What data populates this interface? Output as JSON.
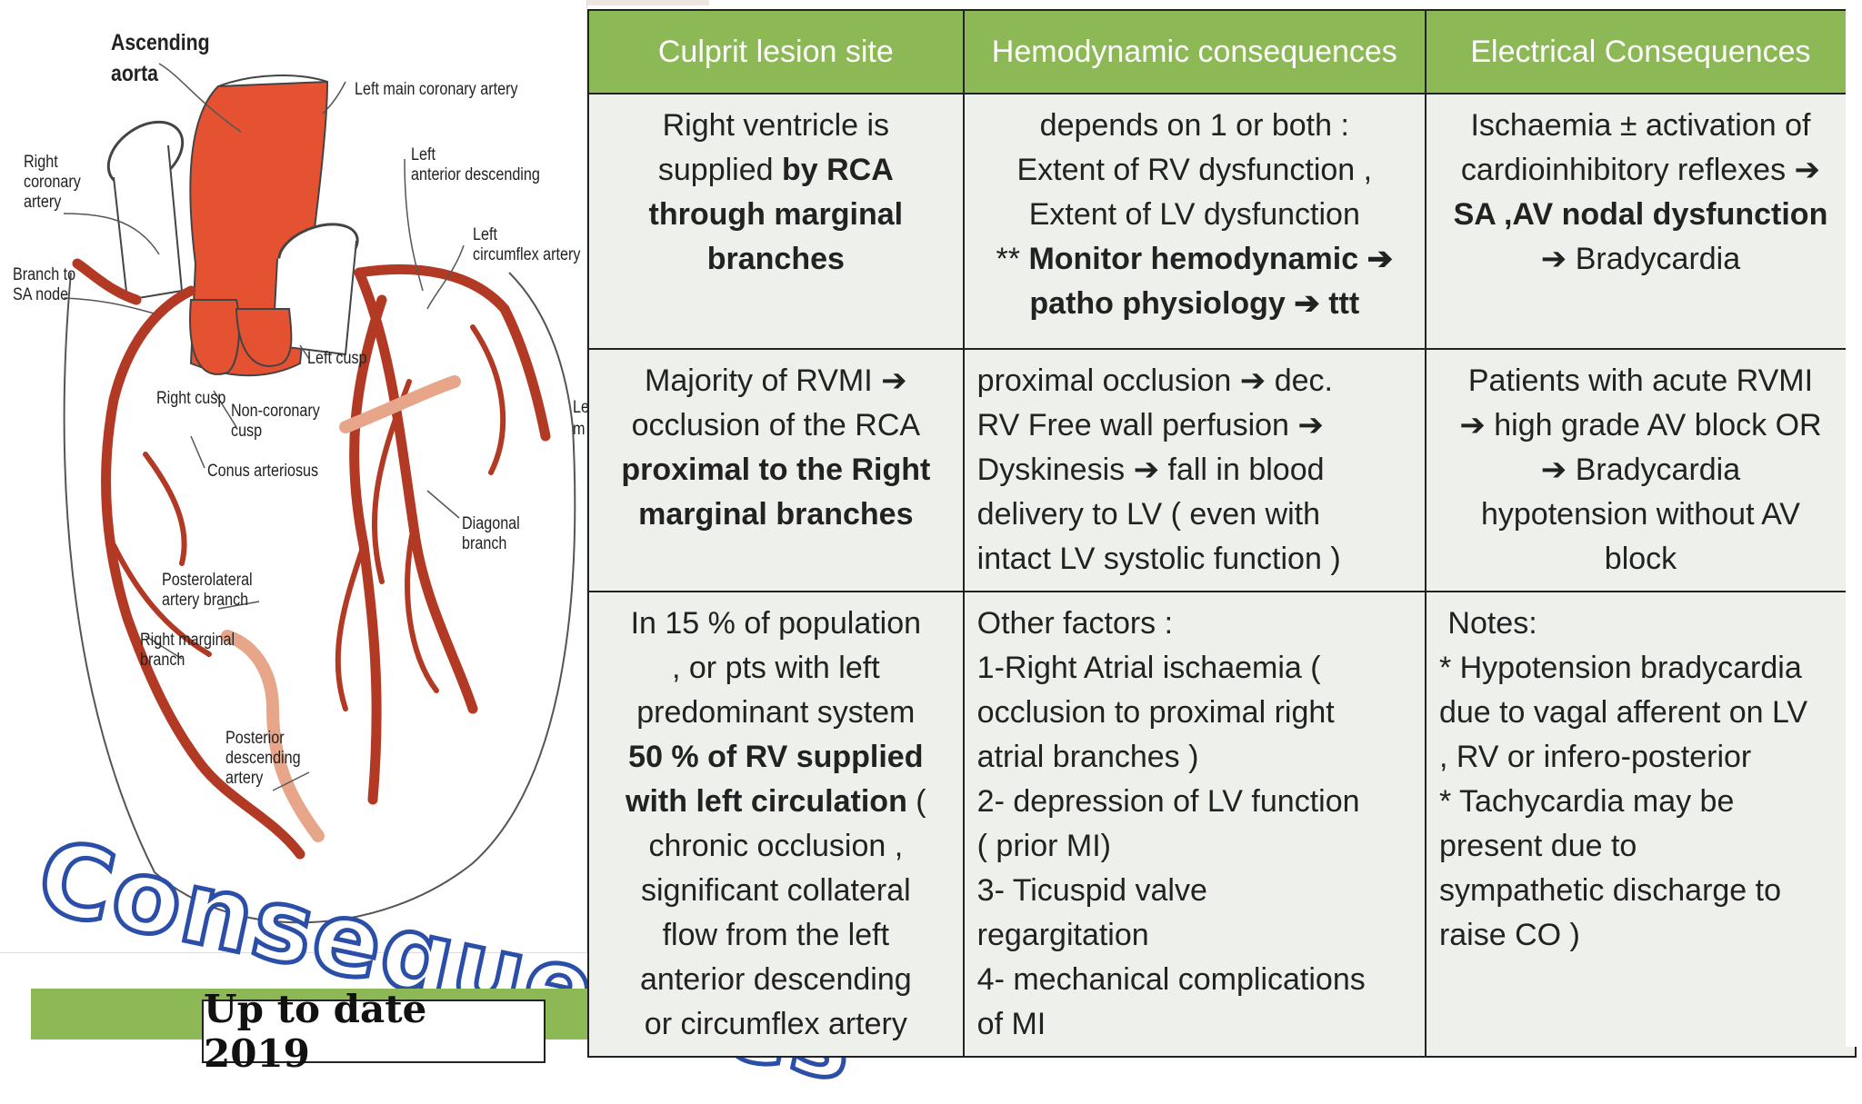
{
  "diagram": {
    "labels": {
      "ascending_aorta": [
        "Ascending",
        "aorta"
      ],
      "left_main": "Left main coronary artery",
      "lad": [
        "Left",
        "anterior descending"
      ],
      "lcx": [
        "Left",
        "circumflex artery"
      ],
      "rca": [
        "Right",
        "coronary",
        "artery"
      ],
      "sa_branch": [
        "Branch to",
        "SA node"
      ],
      "left_cusp": "Left cusp",
      "right_cusp": "Right cusp",
      "non_coronary": [
        "Non-coronary",
        "cusp"
      ],
      "conus": "Conus arteriosus",
      "diagonal": [
        "Diagonal",
        "branch"
      ],
      "posterolateral": [
        "Posterolateral",
        "artery branch"
      ],
      "right_marginal": [
        "Right marginal",
        "branch"
      ],
      "posterior_desc": [
        "Posterior",
        "descending",
        "artery"
      ],
      "cut_le": "Le",
      "cut_m": "m"
    },
    "watermark": "Consequences"
  },
  "caption": "Up to date 2019",
  "table": {
    "headers": [
      "Culprit lesion  site",
      "Hemodynamic consequences",
      "Electrical Consequences"
    ],
    "row1": {
      "c1": {
        "l1": "Right ventricle  is",
        "l2a": "supplied ",
        "l2b": "by RCA",
        "l3": "through marginal",
        "l4": "branches"
      },
      "c2": {
        "l1": "depends on 1 or both :",
        "l2": "Extent of RV dysfunction ,",
        "l3": "Extent of LV dysfunction",
        "l4a": "** ",
        "l4b": "Monitor hemodynamic ➔",
        "l5": "patho physiology ➔ ttt"
      },
      "c3": {
        "l1": "Ischaemia  ± activation of",
        "l2": "cardioinhibitory reflexes ➔",
        "l3": "SA ,AV nodal dysfunction",
        "l4": "➔ Bradycardia"
      }
    },
    "row2": {
      "c1": {
        "l1": "Majority of RVMI  ➔",
        "l2": "occlusion of the RCA",
        "l3": "proximal to the Right",
        "l4": "marginal branches"
      },
      "c2": {
        "l1": "proximal occlusion ➔ dec.",
        "l2": "RV Free wall perfusion ➔",
        "l3": "Dyskinesis ➔ fall in blood",
        "l4": "delivery to LV ( even with",
        "l5": "intact LV systolic function )"
      },
      "c3": {
        "l1": "Patients with acute RVMI",
        "l2": "➔ high grade AV block OR",
        "l3": "➔ Bradycardia",
        "l4": "hypotension  without AV",
        "l5": "block"
      }
    },
    "row3": {
      "c1": {
        "l1": "In 15 % of population",
        "l2": ", or pts with left",
        "l3": "predominant system",
        "l4": "50 % of RV supplied",
        "l5a": "with left circulation",
        "l5b": " (",
        "l6": "chronic occlusion ,",
        "l7": "significant collateral",
        "l8": "flow from the left",
        "l9": "anterior descending",
        "l10": "or circumflex artery"
      },
      "c2": {
        "l1": "Other factors :",
        "l2": "1-Right Atrial  ischaemia (",
        "l3": "occlusion to proximal right",
        "l4": "atrial branches )",
        "l5": "2- depression of LV  function",
        "l6": "( prior MI)",
        "l7": "3- Ticuspid valve",
        "l8": "regargitation",
        "l9": "4- mechanical complications",
        "l10": "of MI"
      },
      "c3": {
        "l1": " Notes:",
        "l2": "* Hypotension bradycardia",
        "l3": "due to vagal afferent on LV",
        "l4": ", RV or infero-posterior",
        "l5": "* Tachycardia may be",
        "l6": "present due to",
        "l7": "sympathetic discharge to",
        "l8": "raise CO )"
      }
    }
  }
}
